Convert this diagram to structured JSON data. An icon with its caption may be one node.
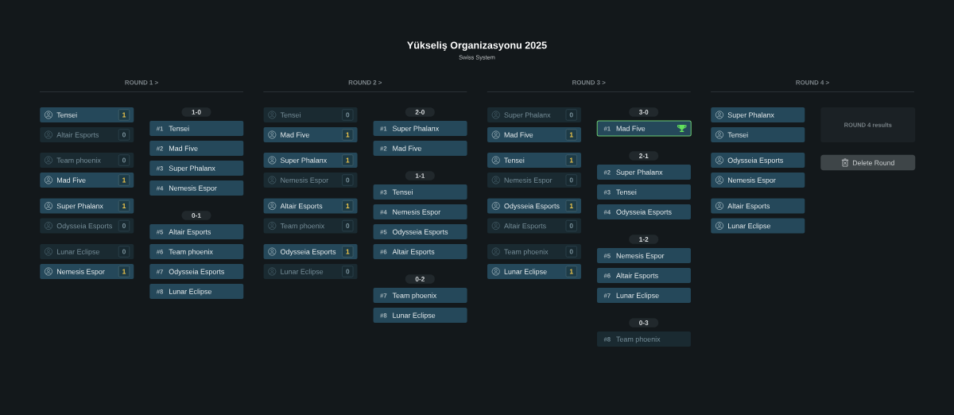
{
  "diagram": {
    "title": "Yükseliş Organizasyonu 2025",
    "nodes": [
      {
        "text": [
          "Tensei",
          "1"
        ]
      },
      {
        "text": [
          "Altair Esports",
          "0"
        ]
      },
      {
        "text": [
          "Team phoenix",
          "0"
        ]
      },
      {
        "text": [
          "Mad Five",
          "1"
        ]
      },
      {
        "text": [
          "Super Phalanx",
          "1"
        ]
      },
      {
        "text": [
          "Odysseia Esports",
          "0"
        ]
      },
      {
        "text": [
          "Lunar Eclipse",
          "0"
        ]
      },
      {
        "text": [
          "Nemesis Espor",
          "1"
        ]
      },
      {
        "text": [
          "1-0"
        ]
      },
      {
        "text": [
          "#1",
          "Tensei"
        ]
      },
      {
        "text": [
          "#2",
          "Mad Five"
        ]
      },
      {
        "text": [
          "#3",
          "Super Phalanx"
        ]
      },
      {
        "text": [
          "#4",
          "Nemesis Espor"
        ]
      },
      {
        "text": [
          "0-1"
        ]
      },
      {
        "text": [
          "#5",
          "Altair Esports"
        ]
      },
      {
        "text": [
          "#6",
          "Team phoenix"
        ]
      },
      {
        "text": [
          "#7",
          "Odysseia Esports"
        ]
      },
      {
        "text": [
          "#8",
          "Lunar Eclipse"
        ]
      },
      {
        "text": [
          "Tensei",
          "0"
        ]
      },
      {
        "text": [
          "Mad Five",
          "1"
        ]
      },
      {
        "text": [
          "Super Phalanx",
          "1"
        ]
      },
      {
        "text": [
          "Nemesis Espor",
          "0"
        ]
      },
      {
        "text": [
          "Altair Esports",
          "1"
        ]
      },
      {
        "text": [
          "Team phoenix",
          "0"
        ]
      },
      {
        "text": [
          "Odysseia Esports",
          "1"
        ]
      },
      {
        "text": [
          "Lunar Eclipse",
          "0"
        ]
      },
      {
        "text": [
          "2-0"
        ]
      },
      {
        "text": [
          "#1",
          "Super Phalanx"
        ]
      },
      {
        "text": [
          "#2",
          "Mad Five"
        ]
      },
      {
        "text": [
          "1-1"
        ]
      },
      {
        "text": [
          "#3",
          "Tensei"
        ]
      },
      {
        "text": [
          "#4",
          "Nemesis Espor"
        ]
      },
      {
        "text": [
          "#5",
          "Odysseia Esports"
        ]
      },
      {
        "text": [
          "#6",
          "Altair Esports"
        ]
      },
      {
        "text": [
          "0-2"
        ]
      },
      {
        "text": [
          "#7",
          "Team phoenix"
        ]
      },
      {
        "text": [
          "#8",
          "Lunar Eclipse"
        ]
      },
      {
        "text": [
          "Super Phalanx",
          "0"
        ]
      },
      {
        "text": [
          "Mad Five",
          "1"
        ]
      },
      {
        "text": [
          "Tensei",
          "1"
        ]
      },
      {
        "text": [
          "Nemesis Espor",
          "0"
        ]
      },
      {
        "text": [
          "Odysseia Esports",
          "1"
        ]
      },
      {
        "text": [
          "Altair Esports",
          "0"
        ]
      },
      {
        "text": [
          "Team phoenix",
          "0"
        ]
      },
      {
        "text": [
          "Lunar Eclipse",
          "1"
        ]
      },
      {
        "text": [
          "3-0"
        ]
      },
      {
        "text": [
          "#1",
          "Mad Five"
        ]
      },
      {
        "text": [
          "2-1"
        ]
      },
      {
        "text": [
          "#2",
          "Super Phalanx"
        ]
      },
      {
        "text": [
          "#3",
          "Tensei"
        ]
      },
      {
        "text": [
          "#4",
          "Odysseia Esports"
        ]
      },
      {
        "text": [
          "1-2"
        ]
      },
      {
        "text": [
          "#5",
          "Nemesis Espor"
        ]
      },
      {
        "text": [
          "#6",
          "Altair Esports"
        ]
      },
      {
        "text": [
          "#7",
          "Lunar Eclipse"
        ]
      },
      {
        "text": [
          "0-3"
        ]
      },
      {
        "text": [
          "#8",
          "Team phoenix"
        ]
      },
      {
        "text": [
          "Super Phalanx"
        ]
      },
      {
        "text": [
          "Tensei"
        ]
      },
      {
        "text": [
          "Odysseia Esports"
        ]
      },
      {
        "text": [
          "Nemesis Espor"
        ]
      },
      {
        "text": [
          "Altair Esports"
        ]
      },
      {
        "text": [
          "Lunar Eclipse"
        ]
      },
      {
        "text": [
          "ROUND 4 results"
        ]
      },
      {
        "text": [
          "Delete Round"
        ]
      }
    ],
    "labels": [
      "Swiss System",
      "ROUND 1 >",
      "ROUND 2 >",
      "ROUND 3 >",
      "ROUND 4 >"
    ]
  }
}
